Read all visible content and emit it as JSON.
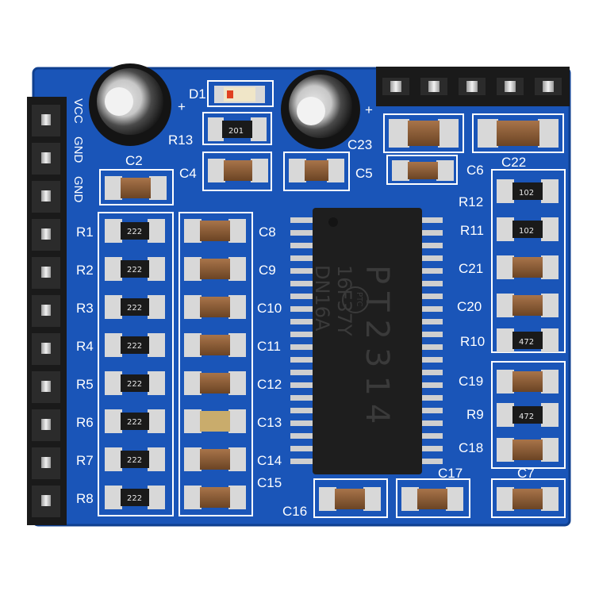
{
  "board": {
    "header_labels": [
      "VCC",
      "GND",
      "GND"
    ],
    "ic": {
      "line1": "PT2314",
      "line2": "16F37Y",
      "line3": "DN16A",
      "logo": "PTC"
    },
    "parts": {
      "D1": "D1",
      "R13": "R13",
      "C23": "C23",
      "C2": "C2",
      "C4": "C4",
      "C5": "C5",
      "C6": "C6",
      "C22": "C22",
      "R12": "R12",
      "R11": "R11",
      "C21": "C21",
      "C20": "C20",
      "R10": "R10",
      "C19": "C19",
      "R9": "R9",
      "C18": "C18",
      "C7": "C7",
      "C17": "C17",
      "C16": "C16",
      "R1": "R1",
      "R2": "R2",
      "R3": "R3",
      "R4": "R4",
      "R5": "R5",
      "R6": "R6",
      "R7": "R7",
      "R8": "R8",
      "C8": "C8",
      "C9": "C9",
      "C10": "C10",
      "C11": "C11",
      "C12": "C12",
      "C13": "C13",
      "C14": "C14",
      "C15": "C15",
      "plus1": "+",
      "plus2": "+"
    },
    "resistor_codes": {
      "R13": "201",
      "R12": "102",
      "R11": "102",
      "R10": "472",
      "R9": "472",
      "R1": "222",
      "R2": "222",
      "R3": "222",
      "R4": "222",
      "R5": "222",
      "R6": "222",
      "R7": "222",
      "R8": "222"
    }
  },
  "colors": {
    "pcb": "#1a55b8",
    "pcb_edge": "#0f3f8f",
    "silk": "#ffffff",
    "pad": "#d8d8d8",
    "cap": "#8a5a32",
    "resistor": "#1a1a1a",
    "ic": "#1e1e1e",
    "header": "#1a1a1a"
  }
}
